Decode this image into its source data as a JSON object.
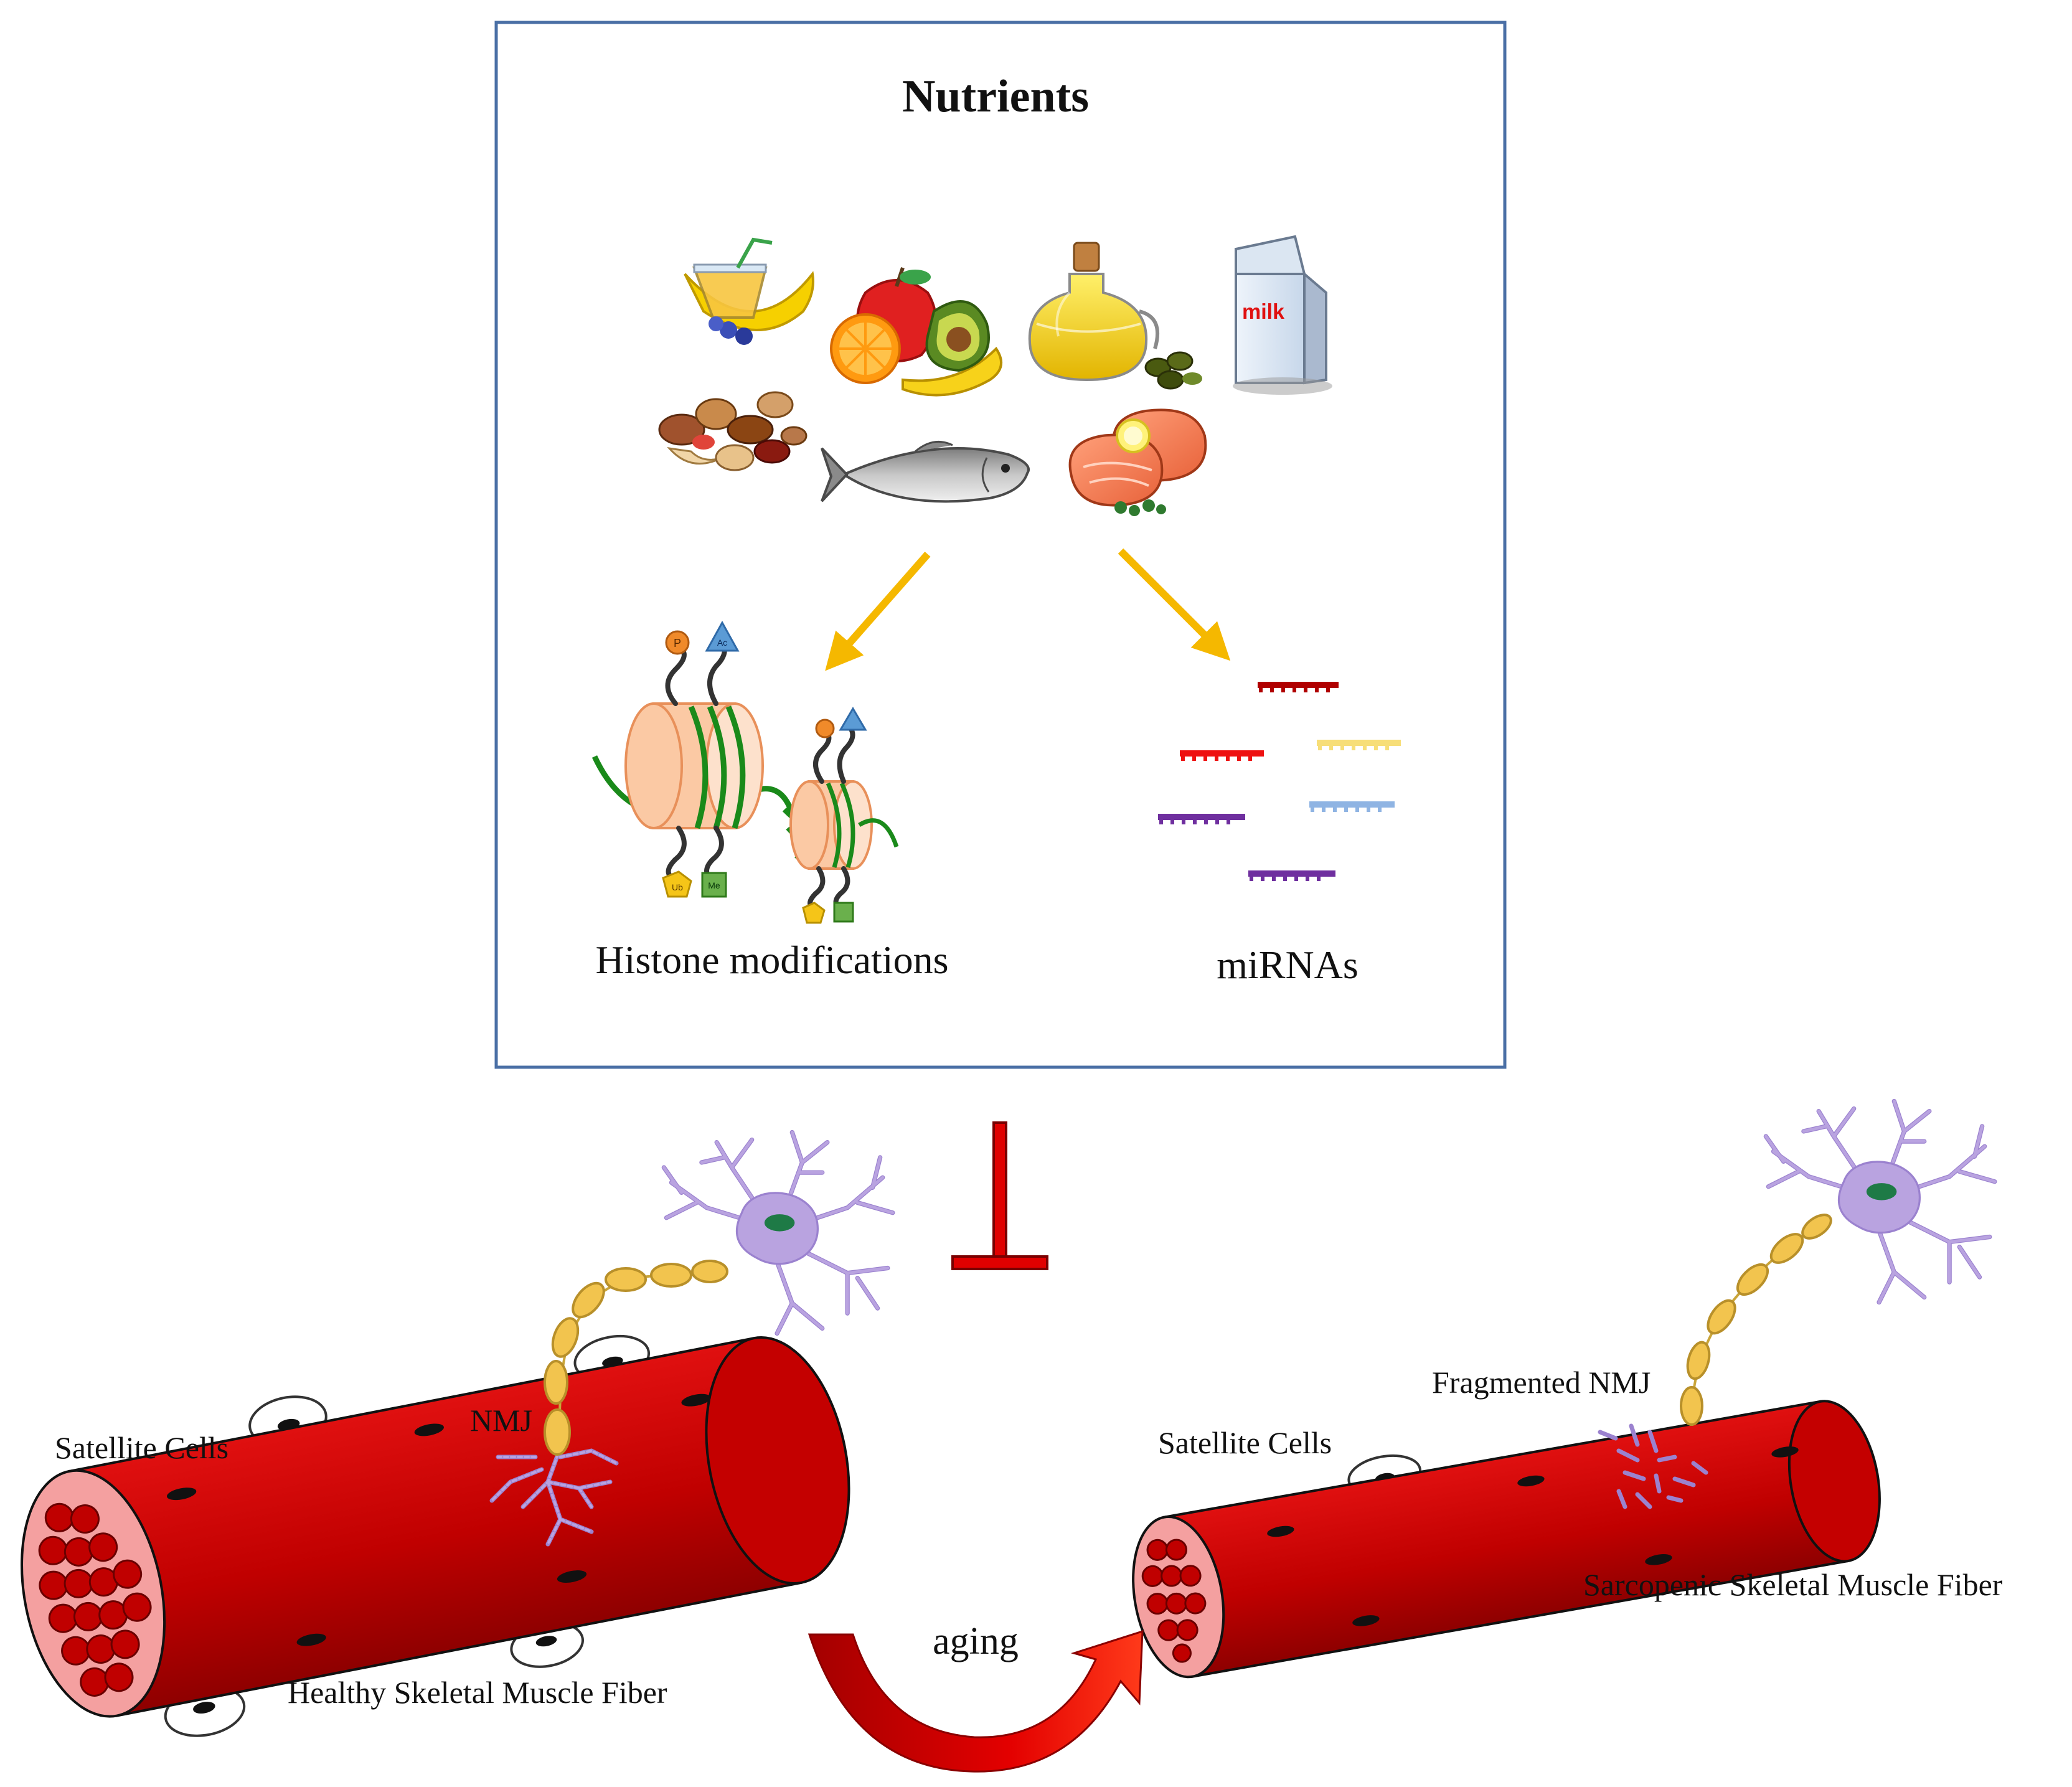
{
  "labels": {
    "nutrients": "Nutrients",
    "milk": "milk",
    "histone_modifications": "Histone modifications",
    "mirnas": "miRNAs",
    "aging": "aging",
    "satellite_cells_left": "Satellite Cells",
    "satellite_cells_right": "Satellite Cells",
    "nmj": "NMJ",
    "fragmented_nmj": "Fragmented NMJ",
    "healthy_fiber": "Healthy Skeletal Muscle Fiber",
    "sarcopenic_fiber": "Sarcopenic Skeletal Muscle Fiber",
    "histone_marks": {
      "p": "P",
      "ac": "Ac",
      "ub": "Ub",
      "me": "Me"
    }
  },
  "colors": {
    "box_border": "#4a6fa5",
    "arrow": "#f5b800",
    "muscle": "#cc0000",
    "muscle_dark": "#8b0000",
    "inhibit": "#e00000",
    "neuron": "#b9a3e0",
    "axon_myelin": "#f2c44e",
    "histone_core": "#fbc9a4",
    "dna": "#1a8a1a",
    "mirna": [
      "#b00000",
      "#ee1111",
      "#f7de78",
      "#6f2f9f",
      "#8fb4e3",
      "#6f2f9f"
    ]
  },
  "icons": [
    "juice-banana-icon",
    "fruits-icon",
    "olive-oil-icon",
    "milk-carton-icon",
    "nuts-icon",
    "fish-icon",
    "salmon-steak-icon",
    "neuron-icon"
  ]
}
